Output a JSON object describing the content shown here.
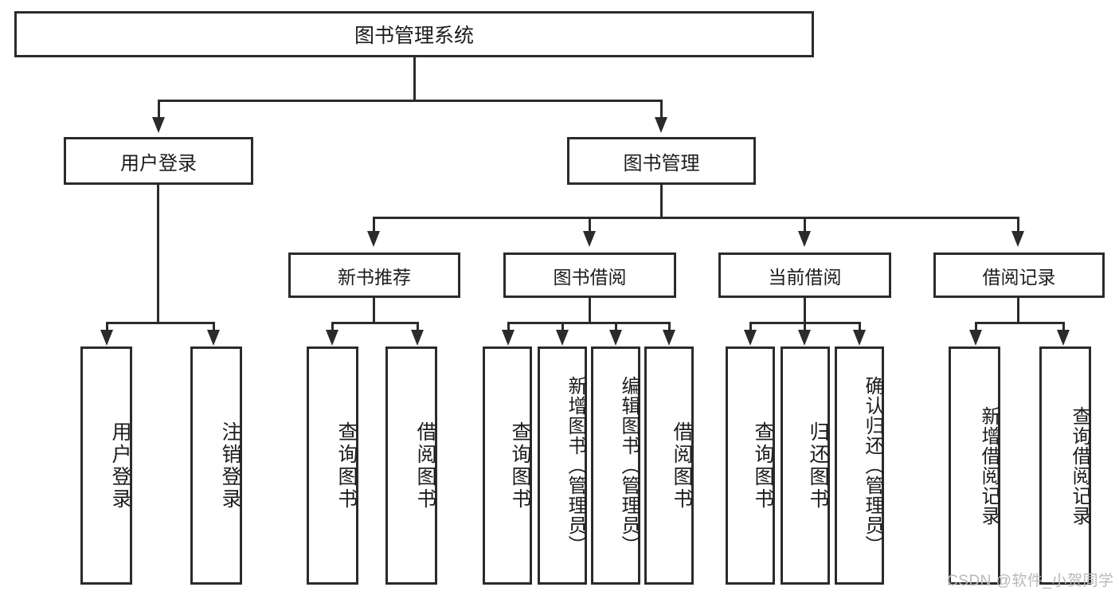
{
  "diagram": {
    "title": "图书管理系统",
    "type": "hierarchy-tree",
    "root": {
      "label": "图书管理系统"
    },
    "level2": [
      {
        "label": "用户登录"
      },
      {
        "label": "图书管理"
      }
    ],
    "level3": [
      {
        "label": "新书推荐"
      },
      {
        "label": "图书借阅"
      },
      {
        "label": "当前借阅"
      },
      {
        "label": "借阅记录"
      }
    ],
    "leaves": {
      "user_login": [
        {
          "label": "用户登录"
        },
        {
          "label": "注销登录"
        }
      ],
      "new_book_recommend": [
        {
          "label": "查询图书"
        },
        {
          "label": "借阅图书"
        }
      ],
      "book_borrow": [
        {
          "label": "查询图书"
        },
        {
          "label": "新增图书（管理员）"
        },
        {
          "label": "编辑图书（管理员）"
        },
        {
          "label": "借阅图书"
        }
      ],
      "current_borrow": [
        {
          "label": "查询图书"
        },
        {
          "label": "归还图书"
        },
        {
          "label": "确认归还（管理员）"
        }
      ],
      "borrow_record": [
        {
          "label": "新增借阅记录"
        },
        {
          "label": "查询借阅记录"
        }
      ]
    }
  },
  "watermark": {
    "text": "CSDN @软件_小贺同学"
  },
  "colors": {
    "stroke": "#2b2b2b",
    "background": "#ffffff",
    "text": "#1c1c1c",
    "watermark": "#b9b9b9"
  }
}
